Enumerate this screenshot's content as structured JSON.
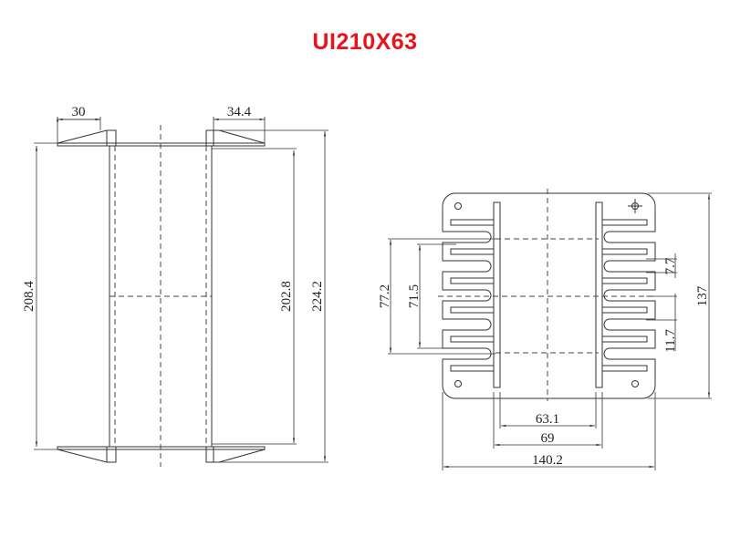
{
  "title": "UI210X63",
  "colors": {
    "title": "#e8141c",
    "line": "#333333"
  },
  "side_view": {
    "dims": {
      "flange_left_width": "30",
      "flange_right_width": "34.4",
      "height_inner": "208.4",
      "window_height": "202.8",
      "overall_height": "224.2"
    }
  },
  "front_view": {
    "dims": {
      "height_outer": "77.2",
      "height_inner": "71.5",
      "slot_pitch": "7.7",
      "slot_span": "11.7",
      "overall_height": "137",
      "window_width": "63.1",
      "core_width": "69",
      "overall_width": "140.2"
    }
  }
}
